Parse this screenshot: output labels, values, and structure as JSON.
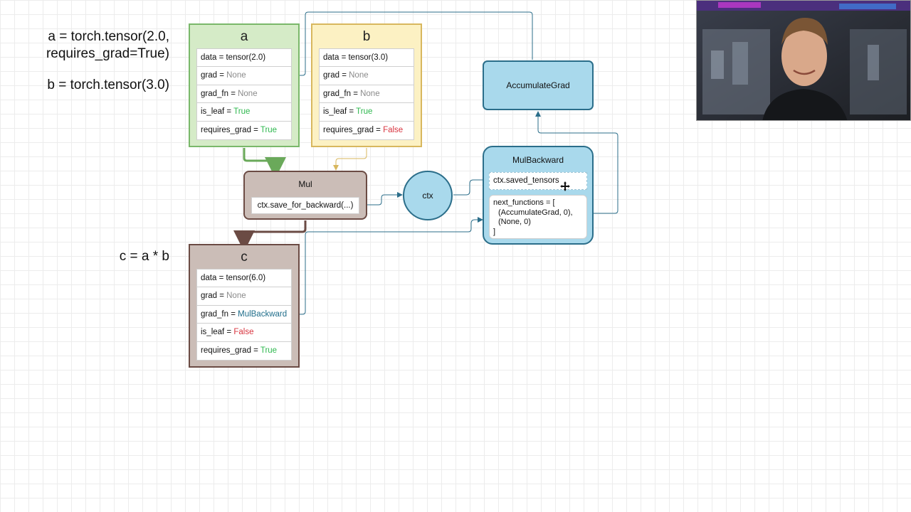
{
  "code": {
    "a_line1": "a = torch.tensor(2.0,",
    "a_line2": "requires_grad=True)",
    "b_line": "b = torch.tensor(3.0)",
    "c_line": "c = a * b"
  },
  "tensor_a": {
    "title": "a",
    "data_label": "data = tensor(2.0)",
    "grad_key": "grad = ",
    "grad_val": "None",
    "grad_fn_key": "grad_fn = ",
    "grad_fn_val": "None",
    "is_leaf_key": "is_leaf = ",
    "is_leaf_val": "True",
    "requires_grad_key": "requires_grad = ",
    "requires_grad_val": "True"
  },
  "tensor_b": {
    "title": "b",
    "data_label": "data = tensor(3.0)",
    "grad_key": "grad = ",
    "grad_val": "None",
    "grad_fn_key": "grad_fn = ",
    "grad_fn_val": "None",
    "is_leaf_key": "is_leaf = ",
    "is_leaf_val": "True",
    "requires_grad_key": "requires_grad = ",
    "requires_grad_val": "False"
  },
  "tensor_c": {
    "title": "c",
    "data_label": "data = tensor(6.0)",
    "grad_key": "grad = ",
    "grad_val": "None",
    "grad_fn_key": "grad_fn = ",
    "grad_fn_val": "MulBackward",
    "is_leaf_key": "is_leaf = ",
    "is_leaf_val": "False",
    "requires_grad_key": "requires_grad = ",
    "requires_grad_val": "True"
  },
  "mul": {
    "title": "Mul",
    "method": "ctx.save_for_backward(...)"
  },
  "ctx": {
    "label": "ctx"
  },
  "accumulate_grad": {
    "label": "AccumulateGrad"
  },
  "mul_backward": {
    "title": "MulBackward",
    "saved_tensors": "ctx.saved_tensors",
    "next_functions": [
      "next_functions = [",
      "(AccumulateGrad, 0),",
      "(None, 0)",
      "]"
    ]
  },
  "icons": {
    "cursor": "move-cursor-icon",
    "webcam": "presenter-webcam-image"
  },
  "colors": {
    "leaf_a_fill": "#d5ebc7",
    "leaf_a_border": "#7ab86a",
    "leaf_b_fill": "#fcf1c3",
    "leaf_b_border": "#d8b75e",
    "op_fill": "#cbbdb7",
    "op_border": "#6b4b44",
    "autograd_fill": "#a9d9ec",
    "autograd_border": "#2b6e8a",
    "true_green": "#2fb84f",
    "false_red": "#d8343f",
    "none_gray": "#8a8a8a"
  }
}
